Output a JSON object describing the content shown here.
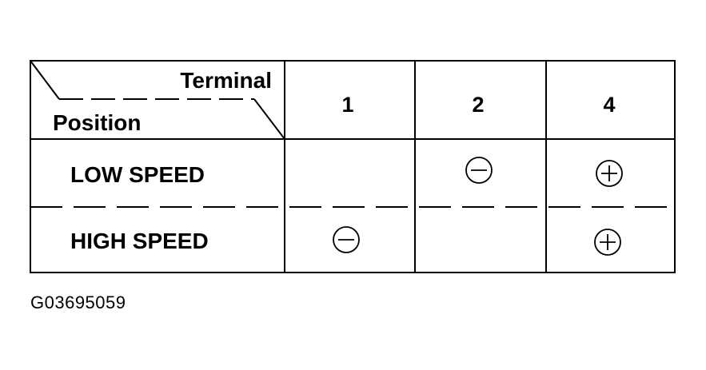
{
  "table": {
    "corner": {
      "top_label": "Terminal",
      "bottom_label": "Position"
    },
    "columns": [
      "1",
      "2",
      "4"
    ],
    "rows": [
      {
        "label": "LOW SPEED",
        "cells": [
          "",
          "negative",
          "positive"
        ]
      },
      {
        "label": "HIGH SPEED",
        "cells": [
          "negative",
          "",
          "positive"
        ]
      }
    ],
    "symbols": {
      "negative": "minus-circle-icon",
      "positive": "plus-circle-icon"
    }
  },
  "figure_id": "G03695059"
}
